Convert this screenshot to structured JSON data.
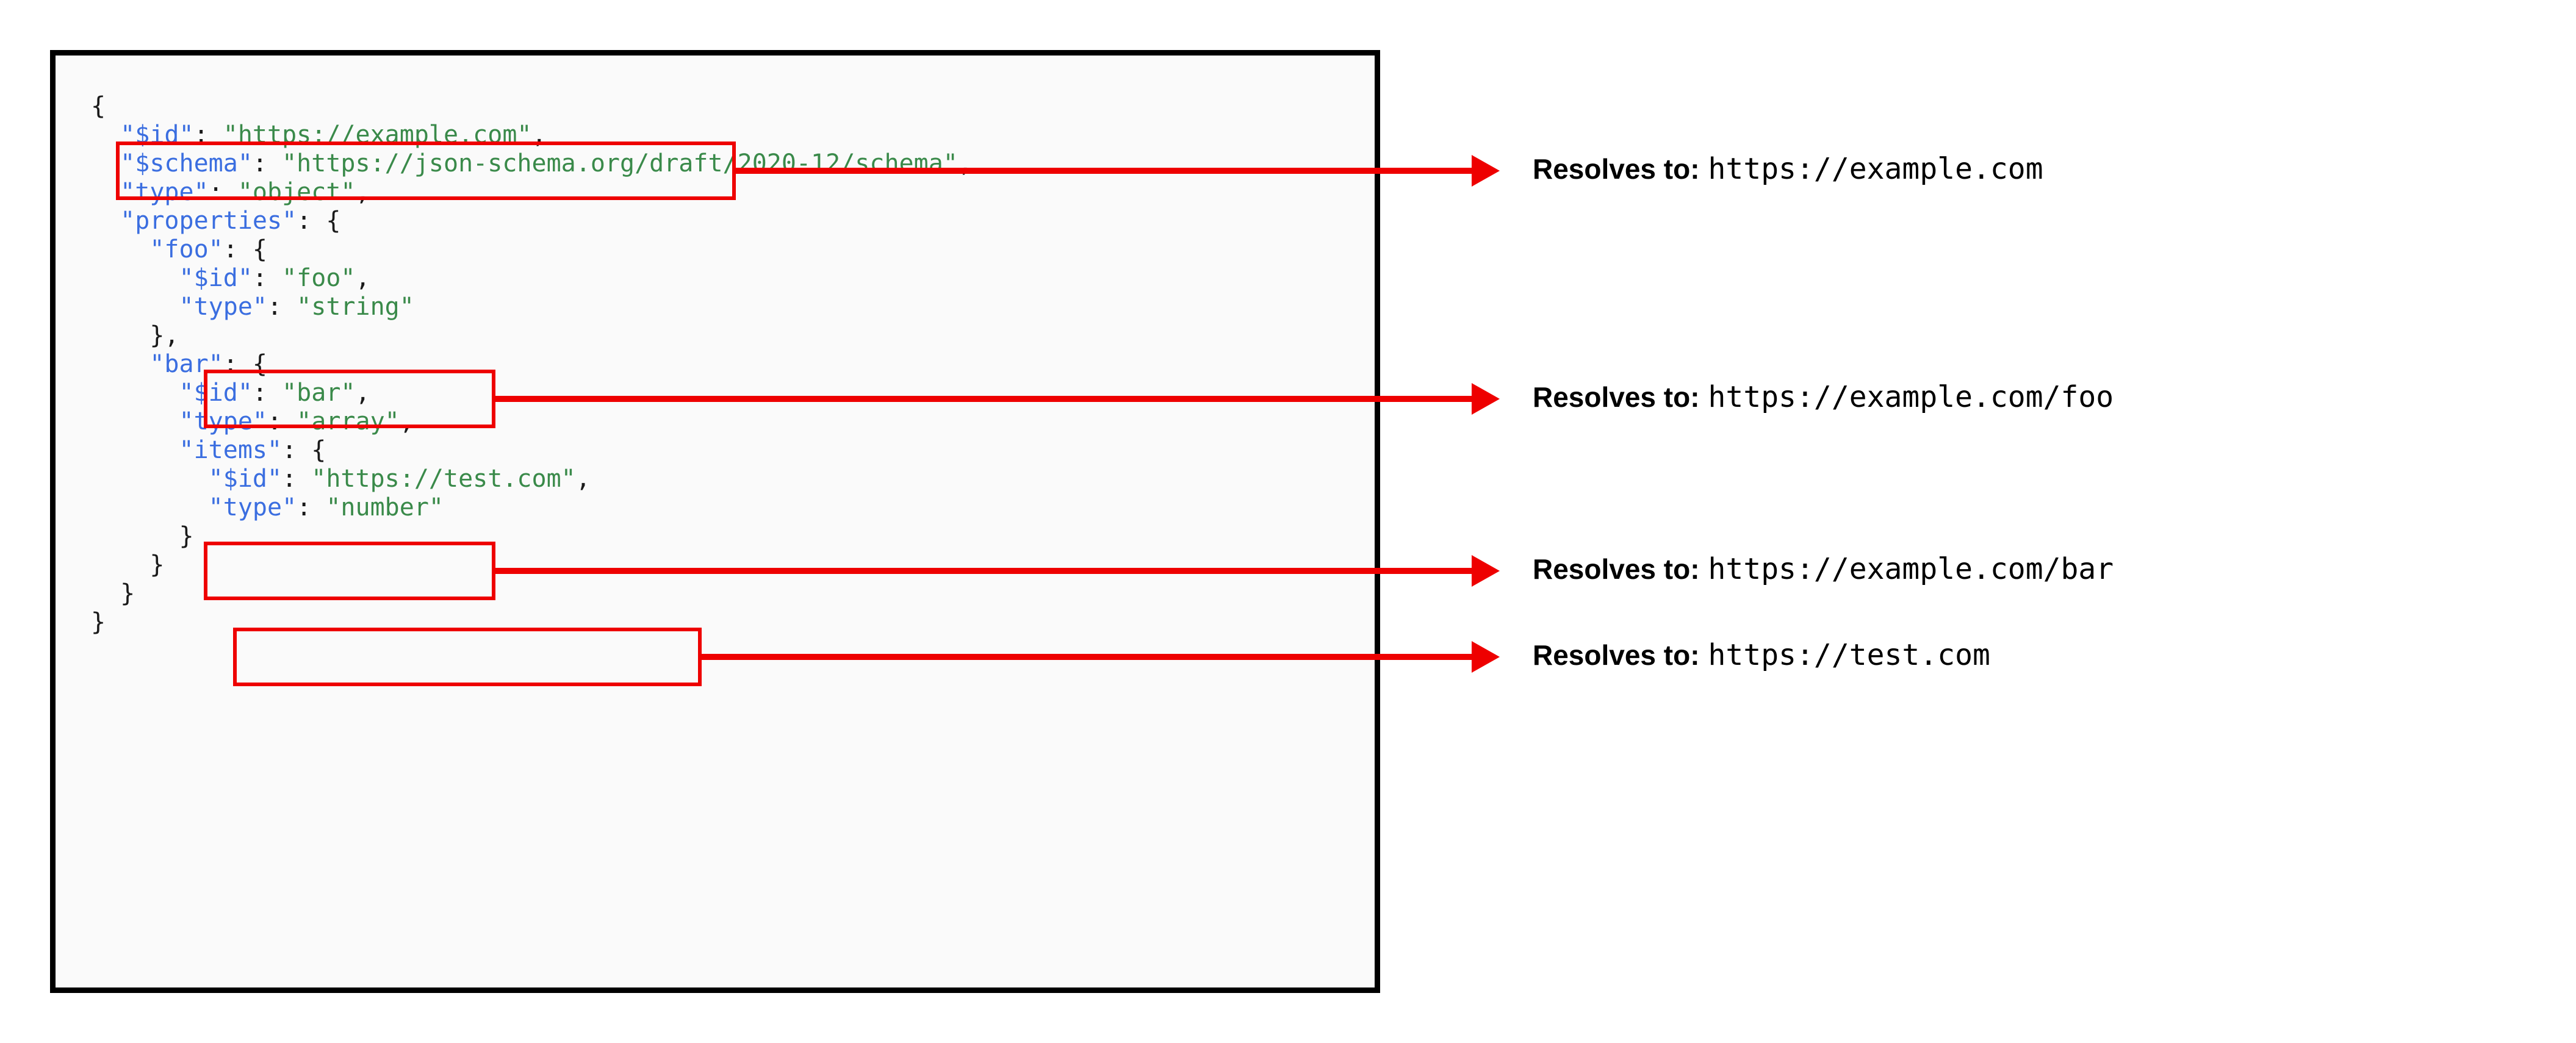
{
  "code_panel": {
    "language": "json",
    "lines": [
      {
        "indent": 0,
        "tokens": [
          {
            "t": "{",
            "c": "p"
          }
        ]
      },
      {
        "indent": 1,
        "tokens": [
          {
            "t": "\"$id\"",
            "c": "k"
          },
          {
            "t": ": ",
            "c": "p"
          },
          {
            "t": "\"https://example.com\"",
            "c": "s"
          },
          {
            "t": ",",
            "c": "p"
          }
        ]
      },
      {
        "indent": 1,
        "tokens": [
          {
            "t": "\"$schema\"",
            "c": "k"
          },
          {
            "t": ": ",
            "c": "p"
          },
          {
            "t": "\"https://json-schema.org/draft/2020-12/schema\"",
            "c": "s"
          },
          {
            "t": ",",
            "c": "p"
          }
        ]
      },
      {
        "indent": 1,
        "tokens": [
          {
            "t": "\"type\"",
            "c": "k"
          },
          {
            "t": ": ",
            "c": "p"
          },
          {
            "t": "\"object\"",
            "c": "s"
          },
          {
            "t": ",",
            "c": "p"
          }
        ]
      },
      {
        "indent": 1,
        "tokens": [
          {
            "t": "\"properties\"",
            "c": "k"
          },
          {
            "t": ": {",
            "c": "p"
          }
        ]
      },
      {
        "indent": 2,
        "tokens": [
          {
            "t": "\"foo\"",
            "c": "k"
          },
          {
            "t": ": {",
            "c": "p"
          }
        ]
      },
      {
        "indent": 3,
        "tokens": [
          {
            "t": "\"$id\"",
            "c": "k"
          },
          {
            "t": ": ",
            "c": "p"
          },
          {
            "t": "\"foo\"",
            "c": "s"
          },
          {
            "t": ",",
            "c": "p"
          }
        ]
      },
      {
        "indent": 3,
        "tokens": [
          {
            "t": "\"type\"",
            "c": "k"
          },
          {
            "t": ": ",
            "c": "p"
          },
          {
            "t": "\"string\"",
            "c": "s"
          }
        ]
      },
      {
        "indent": 2,
        "tokens": [
          {
            "t": "},",
            "c": "p"
          }
        ]
      },
      {
        "indent": 2,
        "tokens": [
          {
            "t": "\"bar\"",
            "c": "k"
          },
          {
            "t": ": {",
            "c": "p"
          }
        ]
      },
      {
        "indent": 3,
        "tokens": [
          {
            "t": "\"$id\"",
            "c": "k"
          },
          {
            "t": ": ",
            "c": "p"
          },
          {
            "t": "\"bar\"",
            "c": "s"
          },
          {
            "t": ",",
            "c": "p"
          }
        ]
      },
      {
        "indent": 3,
        "tokens": [
          {
            "t": "\"type\"",
            "c": "k"
          },
          {
            "t": ": ",
            "c": "p"
          },
          {
            "t": "\"array\"",
            "c": "s"
          },
          {
            "t": ",",
            "c": "p"
          }
        ]
      },
      {
        "indent": 3,
        "tokens": [
          {
            "t": "\"items\"",
            "c": "k"
          },
          {
            "t": ": {",
            "c": "p"
          }
        ]
      },
      {
        "indent": 4,
        "tokens": [
          {
            "t": "\"$id\"",
            "c": "k"
          },
          {
            "t": ": ",
            "c": "p"
          },
          {
            "t": "\"https://test.com\"",
            "c": "s"
          },
          {
            "t": ",",
            "c": "p"
          }
        ]
      },
      {
        "indent": 4,
        "tokens": [
          {
            "t": "\"type\"",
            "c": "k"
          },
          {
            "t": ": ",
            "c": "p"
          },
          {
            "t": "\"number\"",
            "c": "s"
          }
        ]
      },
      {
        "indent": 3,
        "tokens": [
          {
            "t": "}",
            "c": "p"
          }
        ]
      },
      {
        "indent": 2,
        "tokens": [
          {
            "t": "}",
            "c": "p"
          }
        ]
      },
      {
        "indent": 1,
        "tokens": [
          {
            "t": "}",
            "c": "p"
          }
        ]
      },
      {
        "indent": 0,
        "tokens": [
          {
            "t": "}",
            "c": "p"
          }
        ]
      }
    ]
  },
  "highlights": [
    {
      "name": "root-id",
      "target": "\"$id\": \"https://example.com\","
    },
    {
      "name": "foo-id",
      "target": "\"$id\": \"foo\","
    },
    {
      "name": "bar-id",
      "target": "\"$id\": \"bar\","
    },
    {
      "name": "items-id",
      "target": "\"$id\": \"https://test.com\","
    }
  ],
  "notes": [
    {
      "label": "Resolves to:",
      "url": "https://example.com"
    },
    {
      "label": "Resolves to:",
      "url": "https://example.com/foo"
    },
    {
      "label": "Resolves to:",
      "url": "https://example.com/bar"
    },
    {
      "label": "Resolves to:",
      "url": "https://test.com"
    }
  ],
  "colors": {
    "key": "#3b6ee0",
    "string": "#3a8a4a",
    "punctuation": "#1a1a1a",
    "highlight": "#ee0000",
    "panel_border": "#000000",
    "panel_background": "#fafafa",
    "page_background": "#ffffff"
  }
}
